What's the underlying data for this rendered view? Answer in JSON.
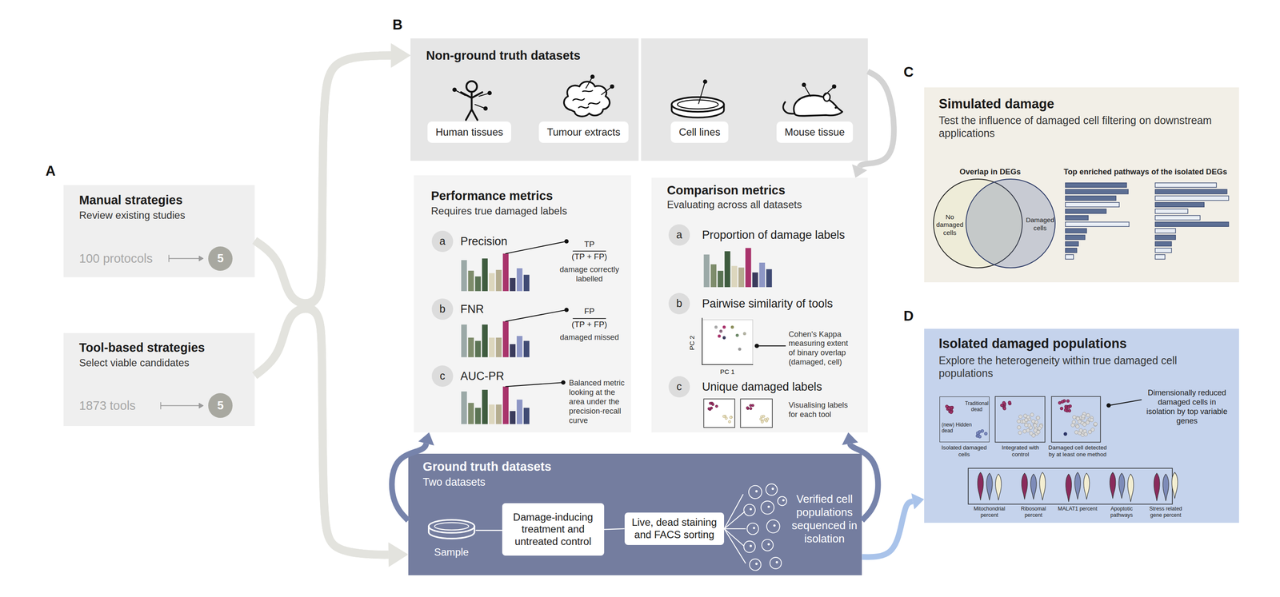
{
  "diagram": {
    "nodes": [
      {
        "text": [
          "Manual strategies",
          "Review existing studies",
          "100 protocols"
        ]
      },
      {
        "text": [
          "5"
        ],
        "in": 0
      },
      {
        "text": [
          "Tool-based strategies",
          "Select viable candidates",
          "1873 tools"
        ]
      },
      {
        "text": [
          "5"
        ],
        "in": 2
      },
      {
        "text": [
          "Non-ground truth datasets"
        ]
      },
      {
        "text": [
          "Human tissues"
        ],
        "in": 4
      },
      {
        "text": [
          "Tumour extracts"
        ],
        "in": 4
      },
      {
        "text": [
          "Cell lines"
        ],
        "in": 4
      },
      {
        "text": [
          "Mouse tissue"
        ],
        "in": 4
      },
      {
        "text": [
          "Performance metrics",
          "Requires true damaged labels",
          "Precision",
          "TP",
          "(TP + FP)",
          "damage correctly labelled",
          "FNR",
          "FP",
          "(TP + FP)",
          "damaged missed",
          "AUC-PR",
          "Balanced metric looking at the area under the precision-recall curve"
        ]
      },
      {
        "text": [
          "a"
        ],
        "in": 9
      },
      {
        "text": [
          "b"
        ],
        "in": 9
      },
      {
        "text": [
          "c"
        ],
        "in": 9
      },
      {
        "text": [
          "Comparison metrics",
          "Evaluating across all datasets",
          "Proportion of damage labels",
          "Pairwise similarity of tools",
          "Cohen's Kappa measuring extent of binary overlap (damaged, cell)",
          "Unique damaged labels",
          "Visualising labels for each tool"
        ]
      },
      {
        "text": [
          "a"
        ],
        "in": 13
      },
      {
        "text": [
          "b"
        ],
        "in": 13
      },
      {
        "text": [
          "c"
        ],
        "in": 13
      },
      {
        "text": [
          "Ground truth datasets",
          "Two datasets",
          "Sample",
          "Verified cell populations sequenced in isolation"
        ]
      },
      {
        "text": [
          "Damage-inducing treatment and untreated control"
        ],
        "in": 17
      },
      {
        "text": [
          "Live, dead staining and FACS sorting"
        ],
        "in": 17
      },
      {
        "text": [
          "Simulated damage",
          "Test the influence of damaged cell filtering on downstream applications",
          "Overlap in DEGs",
          "Top enriched pathways of the isolated DEGs"
        ]
      },
      {
        "text": [
          "No damaged cells"
        ],
        "in": 20
      },
      {
        "text": [
          "Damaged cells"
        ],
        "in": 20
      },
      {
        "text": [
          "Isolated damaged populations",
          "Explore the heterogeneity within true damaged cell populations",
          "Isolated damaged cells",
          "Integrated with control",
          "Damaged cell detected by at least one method",
          "Dimensionally reduced damaged cells in isolation by top variable genes",
          "Mitochondrial percent",
          "Ribosomal percent",
          "MALAT1 percent",
          "Apoptotic pathways",
          "Stress related gene percent"
        ]
      },
      {
        "text": [
          "Traditional dead",
          "(new) Hidden dead"
        ],
        "in": 23
      }
    ],
    "edges": [
      {
        "from": 0,
        "to": 4,
        "arrow": "to"
      },
      {
        "from": 0,
        "to": 17,
        "arrow": "to"
      },
      {
        "from": 2,
        "to": 4,
        "arrow": "to"
      },
      {
        "from": 2,
        "to": 17,
        "arrow": "to"
      },
      {
        "from": 4,
        "to": 13,
        "arrow": "to"
      },
      {
        "from": 17,
        "to": 9,
        "arrow": "to"
      },
      {
        "from": 17,
        "to": 13,
        "arrow": "to"
      },
      {
        "from": 17,
        "to": 23,
        "arrow": "to"
      },
      {
        "from": 18,
        "to": 19,
        "arrow": "none"
      }
    ],
    "labels": [
      "A",
      "B",
      "C",
      "D",
      "PC 2",
      "PC 1"
    ]
  }
}
